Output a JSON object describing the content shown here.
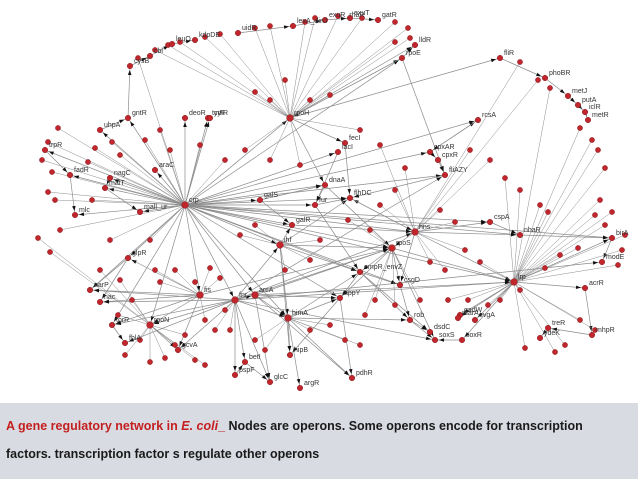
{
  "network": {
    "node_color": "#c0262c",
    "edge_color": "#8c8c8c",
    "hubs": [
      "crp",
      "fnr",
      "arcA",
      "ihf",
      "fis",
      "himA",
      "hns",
      "lrp",
      "rpoS",
      "rpoH",
      "rpoN"
    ],
    "labels": [
      "lexA_dinJ",
      "exuR_rhaR",
      "exuT",
      "gatR",
      "uidR",
      "cysB",
      "leuO",
      "cbl",
      "kdpDE",
      "lldR",
      "rpoE",
      "fliR",
      "phoBR",
      "metJ",
      "putA",
      "iclR",
      "metR",
      "rpoH",
      "gntR",
      "uhpA",
      "tyrR",
      "rcsA",
      "cpxAR",
      "fliAZY",
      "dnaA",
      "flhDC",
      "lacI",
      "araC",
      "malT",
      "malI_ur",
      "galS",
      "galR",
      "hns",
      "nhaR",
      "rpoS",
      "birA",
      "modE",
      "lrp",
      "ompR_envZ",
      "cspA",
      "csgD",
      "appY",
      "nagC",
      "fadR",
      "mlc",
      "glpR",
      "narP",
      "acrR",
      "fur",
      "deoR",
      "cytR",
      "mhpR",
      "trpR",
      "crp",
      "fnr",
      "ihf",
      "himA",
      "arcA",
      "fis",
      "soxR",
      "soxS",
      "rob",
      "dsdC",
      "pspF",
      "betI",
      "glcC",
      "argR",
      "pdhR",
      "hipB",
      "treR",
      "ydeK",
      "nac",
      "fecI",
      "rpoN",
      "gcvA",
      "torR",
      "fhlA",
      "gadW",
      "evgA",
      "marA",
      "cpxR"
    ]
  },
  "caption": {
    "line1_prefix": "A gene regulatory network in ",
    "line1_italic": "E. coli",
    "line1_sep": "_",
    "line1_rest": " Nodes are operons. Some operons encode for transcription",
    "line2": "factors. transcription factor s regulate  other operons"
  }
}
